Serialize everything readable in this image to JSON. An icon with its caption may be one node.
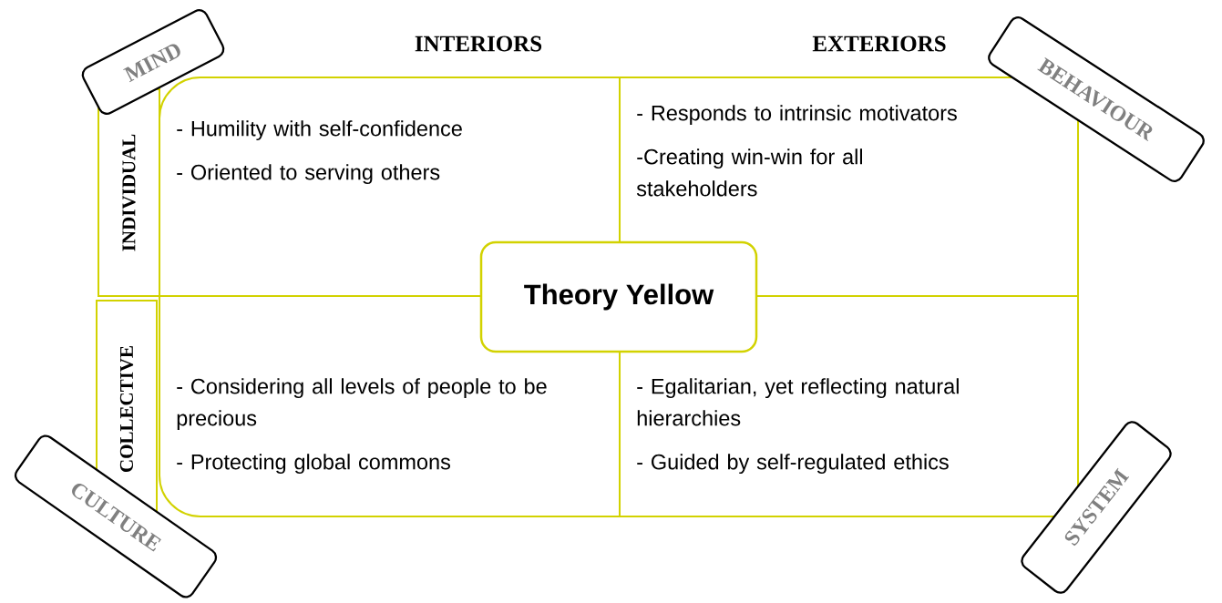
{
  "diagram": {
    "nodes": [
      {
        "text": [
          "MIND"
        ]
      },
      {
        "text": [
          "BEHAVIOUR"
        ]
      },
      {
        "text": [
          "INDIVIDUAL"
        ]
      },
      {
        "text": [
          "- Humility with self-confidence",
          "- Oriented to serving others"
        ]
      },
      {
        "text": [
          "- Responds to intrinsic motivators",
          "-Creating win-win for all stakeholders"
        ]
      },
      {
        "text": [
          "Theory Yellow"
        ]
      },
      {
        "text": [
          "COLLECTIVE"
        ]
      },
      {
        "text": [
          "- Considering all levels of people to be precious",
          "- Protecting global commons"
        ]
      },
      {
        "text": [
          "- Egalitarian, yet reflecting natural hierarchies",
          "- Guided by self-regulated ethics"
        ]
      },
      {
        "text": [
          "CULTURE"
        ]
      },
      {
        "text": [
          "SYSTEM"
        ]
      }
    ],
    "labels": [
      "INTERIORS",
      "EXTERIORS"
    ]
  }
}
